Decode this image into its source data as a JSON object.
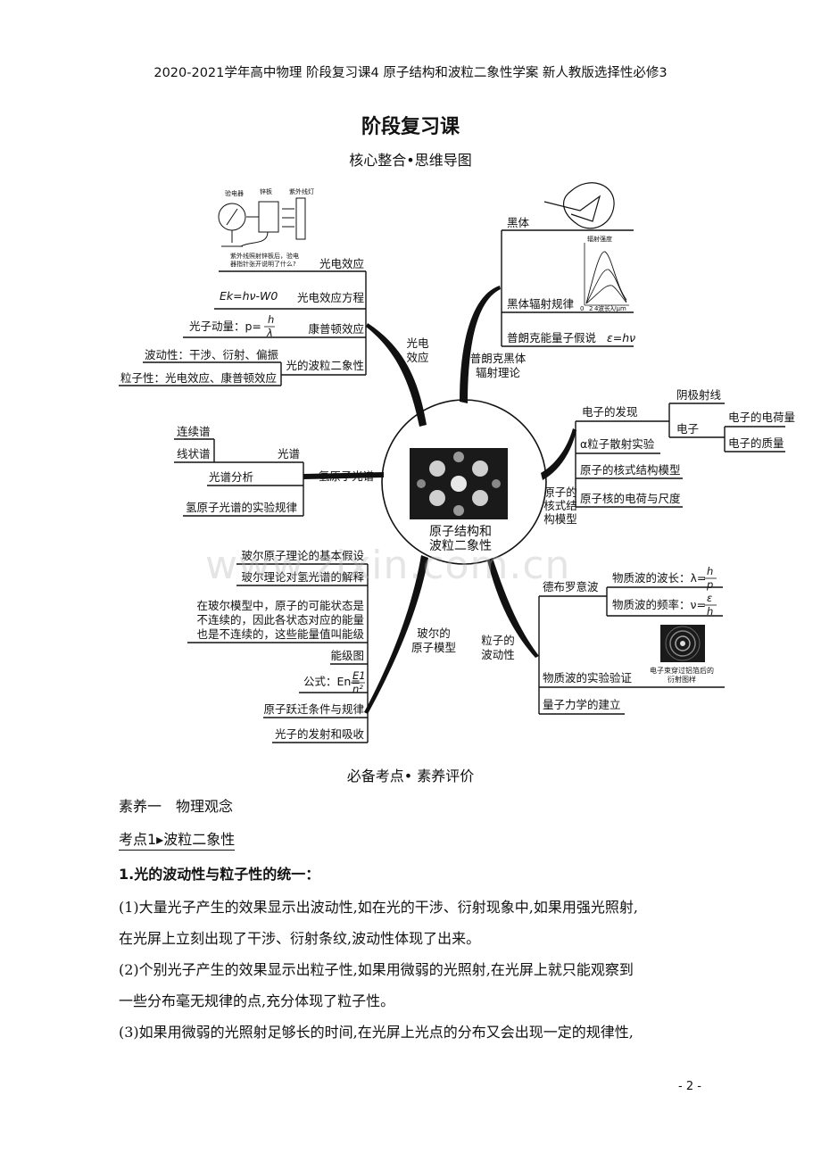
{
  "header": "2020-2021学年高中物理 阶段复习课4 原子结构和波粒二象性学案 新人教版选择性必修3",
  "title": "阶段复习课",
  "subtitle": "核心整合•思维导图",
  "center": {
    "line1": "原子结构和",
    "line2": "波粒二象性"
  },
  "branches": {
    "photo": {
      "label1": "光电",
      "label2": "效应",
      "apparatus": {
        "electroscope": "验电器",
        "plate": "锌板",
        "lamp": "紫外线灯",
        "question1": "紫外线照射锌板后，验电",
        "question2": "器指针张开说明了什么?"
      },
      "items": {
        "effect": "光电效应",
        "eq_formula": "Ek=hν-W0",
        "equation": "光电效应方程",
        "momentum_prefix": "光子动量：p=",
        "momentum_num": "h",
        "momentum_den": "λ",
        "compton": "康普顿效应",
        "wave_nature": "波动性：干涉、衍射、偏振",
        "duality": "光的波粒二象性",
        "particle_nature": "粒子性：光电效应、康普顿效应"
      }
    },
    "blackbody": {
      "label1": "普朗克黑体",
      "label2": "辐射理论",
      "items": {
        "blackbody": "黑体",
        "law": "黑体辐射规律",
        "planck": "普朗克能量子假说",
        "planck_eq": "ε=hν"
      },
      "chart": {
        "ylabel": "辐射强度",
        "xlabel": "波长λ/μm",
        "ticks": [
          "0",
          "2",
          "4"
        ]
      }
    },
    "spectrum": {
      "label": "氢原子光谱",
      "items": {
        "spectrum": "光谱",
        "continuous": "连续谱",
        "line": "线状谱",
        "analysis": "光谱分析",
        "rule": "氢原子光谱的实验规律"
      }
    },
    "nuclear": {
      "label1": "原子的",
      "label2": "核式结",
      "label3": "构模型",
      "items": {
        "electron_discovery": "电子的发现",
        "cathode": "阴极射线",
        "electron": "电子",
        "charge": "电子的电荷量",
        "mass": "电子的质量",
        "alpha": "α粒子散射实验",
        "model": "原子的核式结构模型",
        "nucleus": "原子核的电荷与尺度"
      }
    },
    "bohr": {
      "label1": "玻尔的",
      "label2": "原子模型",
      "items": {
        "postulates": "玻尔原子理论的基本假设",
        "explain": "玻尔理论对氢光谱的解释",
        "para1": "在玻尔模型中，原子的可能状态是",
        "para2": "不连续的，因此各状态对应的能量",
        "para3": "也是不连续的，这些能量值叫能级",
        "diagram": "能级图",
        "formula_prefix": "公式：En=",
        "formula_num": "E1",
        "formula_den": "n²",
        "transition": "原子跃迁条件与规律",
        "emission": "光子的发射和吸收"
      }
    },
    "matter": {
      "label1": "粒子的",
      "label2": "波动性",
      "items": {
        "debroglie": "德布罗意波",
        "wavelength_prefix": "物质波的波长：λ=",
        "wavelength_num": "h",
        "wavelength_den": "p",
        "frequency_prefix": "物质波的频率：ν=",
        "frequency_num": "ε",
        "frequency_den": "h",
        "verify": "物质波的实验验证",
        "diffraction1": "电子束穿过铝箔后的",
        "diffraction2": "衍射图样",
        "qm": "量子力学的建立"
      }
    }
  },
  "watermark": "www.zixin.com.cn",
  "section": {
    "heading": "必备考点• 素养评价",
    "literacy": "素养一　物理观念",
    "point": "考点1▸波粒二象性"
  },
  "content": {
    "h1": "1.光的波动性与粒子性的统一：",
    "p1a": "(1)大量光子产生的效果显示出波动性,如在光的干涉、衍射现象中,如果用强光照射,",
    "p1b": "在光屏上立刻出现了干涉、衍射条纹,波动性体现了出来。",
    "p2a": "(2)个别光子产生的效果显示出粒子性,如果用微弱的光照射,在光屏上就只能观察到",
    "p2b": "一些分布毫无规律的点,充分体现了粒子性。",
    "p3": "(3)如果用微弱的光照射足够长的时间,在光屏上光点的分布又会出现一定的规律性,"
  },
  "page_number": "- 2 -",
  "colors": {
    "ink": "#111111",
    "photo_bg": "#1a1a1a"
  }
}
